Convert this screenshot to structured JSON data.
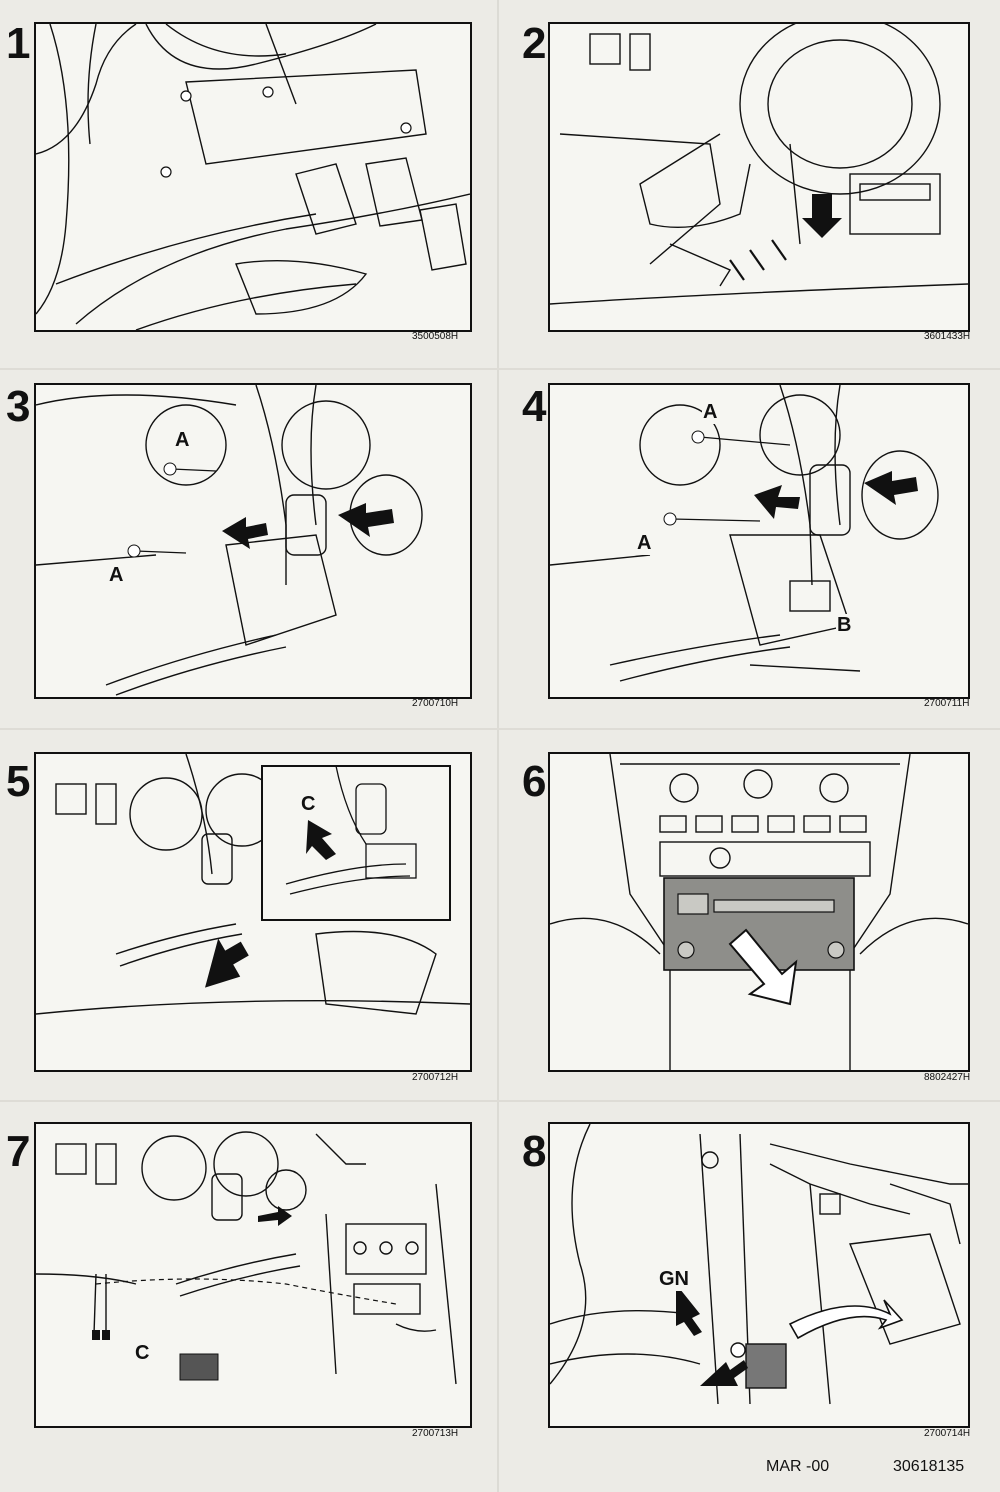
{
  "steps": [
    {
      "number": "1",
      "code": "3500508H",
      "labels": []
    },
    {
      "number": "2",
      "code": "3601433H",
      "labels": []
    },
    {
      "number": "3",
      "code": "2700710H",
      "labels": [
        "A",
        "A"
      ]
    },
    {
      "number": "4",
      "code": "2700711H",
      "labels": [
        "A",
        "A",
        "B"
      ]
    },
    {
      "number": "5",
      "code": "2700712H",
      "labels": [
        "C"
      ]
    },
    {
      "number": "6",
      "code": "8802427H",
      "labels": []
    },
    {
      "number": "7",
      "code": "2700713H",
      "labels": [
        "C"
      ]
    },
    {
      "number": "8",
      "code": "2700714H",
      "labels": [
        "GN"
      ]
    }
  ],
  "footer": {
    "date": "MAR -00",
    "doc_number": "30618135"
  }
}
